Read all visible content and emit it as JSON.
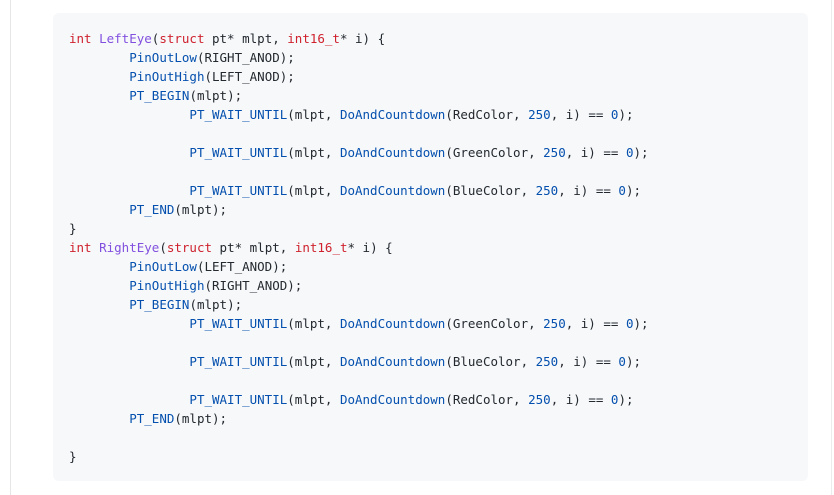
{
  "code": {
    "lines": [
      [
        {
          "t": "int",
          "c": "kw"
        },
        {
          "t": " ",
          "c": "pl"
        },
        {
          "t": "LeftEye",
          "c": "fn"
        },
        {
          "t": "(",
          "c": "pl"
        },
        {
          "t": "struct",
          "c": "kw"
        },
        {
          "t": " pt* mlpt, ",
          "c": "pl"
        },
        {
          "t": "int16_t",
          "c": "kw"
        },
        {
          "t": "* i) {",
          "c": "pl"
        }
      ],
      [
        {
          "t": "        ",
          "c": "pl"
        },
        {
          "t": "PinOutLow",
          "c": "call"
        },
        {
          "t": "(RIGHT_ANOD);",
          "c": "pl"
        }
      ],
      [
        {
          "t": "        ",
          "c": "pl"
        },
        {
          "t": "PinOutHigh",
          "c": "call"
        },
        {
          "t": "(LEFT_ANOD);",
          "c": "pl"
        }
      ],
      [
        {
          "t": "        ",
          "c": "pl"
        },
        {
          "t": "PT_BEGIN",
          "c": "call"
        },
        {
          "t": "(mlpt);",
          "c": "pl"
        }
      ],
      [
        {
          "t": "                ",
          "c": "pl"
        },
        {
          "t": "PT_WAIT_UNTIL",
          "c": "call"
        },
        {
          "t": "(mlpt, ",
          "c": "pl"
        },
        {
          "t": "DoAndCountdown",
          "c": "call"
        },
        {
          "t": "(RedColor, ",
          "c": "pl"
        },
        {
          "t": "250",
          "c": "num"
        },
        {
          "t": ", i) == ",
          "c": "pl"
        },
        {
          "t": "0",
          "c": "num"
        },
        {
          "t": ");",
          "c": "pl"
        }
      ],
      [],
      [
        {
          "t": "                ",
          "c": "pl"
        },
        {
          "t": "PT_WAIT_UNTIL",
          "c": "call"
        },
        {
          "t": "(mlpt, ",
          "c": "pl"
        },
        {
          "t": "DoAndCountdown",
          "c": "call"
        },
        {
          "t": "(GreenColor, ",
          "c": "pl"
        },
        {
          "t": "250",
          "c": "num"
        },
        {
          "t": ", i) == ",
          "c": "pl"
        },
        {
          "t": "0",
          "c": "num"
        },
        {
          "t": ");",
          "c": "pl"
        }
      ],
      [],
      [
        {
          "t": "                ",
          "c": "pl"
        },
        {
          "t": "PT_WAIT_UNTIL",
          "c": "call"
        },
        {
          "t": "(mlpt, ",
          "c": "pl"
        },
        {
          "t": "DoAndCountdown",
          "c": "call"
        },
        {
          "t": "(BlueColor, ",
          "c": "pl"
        },
        {
          "t": "250",
          "c": "num"
        },
        {
          "t": ", i) == ",
          "c": "pl"
        },
        {
          "t": "0",
          "c": "num"
        },
        {
          "t": ");",
          "c": "pl"
        }
      ],
      [
        {
          "t": "        ",
          "c": "pl"
        },
        {
          "t": "PT_END",
          "c": "call"
        },
        {
          "t": "(mlpt);",
          "c": "pl"
        }
      ],
      [
        {
          "t": "}",
          "c": "pl"
        }
      ],
      [
        {
          "t": "int",
          "c": "kw"
        },
        {
          "t": " ",
          "c": "pl"
        },
        {
          "t": "RightEye",
          "c": "fn"
        },
        {
          "t": "(",
          "c": "pl"
        },
        {
          "t": "struct",
          "c": "kw"
        },
        {
          "t": " pt* mlpt, ",
          "c": "pl"
        },
        {
          "t": "int16_t",
          "c": "kw"
        },
        {
          "t": "* i) {",
          "c": "pl"
        }
      ],
      [
        {
          "t": "        ",
          "c": "pl"
        },
        {
          "t": "PinOutLow",
          "c": "call"
        },
        {
          "t": "(LEFT_ANOD);",
          "c": "pl"
        }
      ],
      [
        {
          "t": "        ",
          "c": "pl"
        },
        {
          "t": "PinOutHigh",
          "c": "call"
        },
        {
          "t": "(RIGHT_ANOD);",
          "c": "pl"
        }
      ],
      [
        {
          "t": "        ",
          "c": "pl"
        },
        {
          "t": "PT_BEGIN",
          "c": "call"
        },
        {
          "t": "(mlpt);",
          "c": "pl"
        }
      ],
      [
        {
          "t": "                ",
          "c": "pl"
        },
        {
          "t": "PT_WAIT_UNTIL",
          "c": "call"
        },
        {
          "t": "(mlpt, ",
          "c": "pl"
        },
        {
          "t": "DoAndCountdown",
          "c": "call"
        },
        {
          "t": "(GreenColor, ",
          "c": "pl"
        },
        {
          "t": "250",
          "c": "num"
        },
        {
          "t": ", i) == ",
          "c": "pl"
        },
        {
          "t": "0",
          "c": "num"
        },
        {
          "t": ");",
          "c": "pl"
        }
      ],
      [],
      [
        {
          "t": "                ",
          "c": "pl"
        },
        {
          "t": "PT_WAIT_UNTIL",
          "c": "call"
        },
        {
          "t": "(mlpt, ",
          "c": "pl"
        },
        {
          "t": "DoAndCountdown",
          "c": "call"
        },
        {
          "t": "(BlueColor, ",
          "c": "pl"
        },
        {
          "t": "250",
          "c": "num"
        },
        {
          "t": ", i) == ",
          "c": "pl"
        },
        {
          "t": "0",
          "c": "num"
        },
        {
          "t": ");",
          "c": "pl"
        }
      ],
      [],
      [
        {
          "t": "                ",
          "c": "pl"
        },
        {
          "t": "PT_WAIT_UNTIL",
          "c": "call"
        },
        {
          "t": "(mlpt, ",
          "c": "pl"
        },
        {
          "t": "DoAndCountdown",
          "c": "call"
        },
        {
          "t": "(RedColor, ",
          "c": "pl"
        },
        {
          "t": "250",
          "c": "num"
        },
        {
          "t": ", i) == ",
          "c": "pl"
        },
        {
          "t": "0",
          "c": "num"
        },
        {
          "t": ");",
          "c": "pl"
        }
      ],
      [
        {
          "t": "        ",
          "c": "pl"
        },
        {
          "t": "PT_END",
          "c": "call"
        },
        {
          "t": "(mlpt);",
          "c": "pl"
        }
      ],
      [],
      [
        {
          "t": "}",
          "c": "pl"
        }
      ]
    ]
  }
}
